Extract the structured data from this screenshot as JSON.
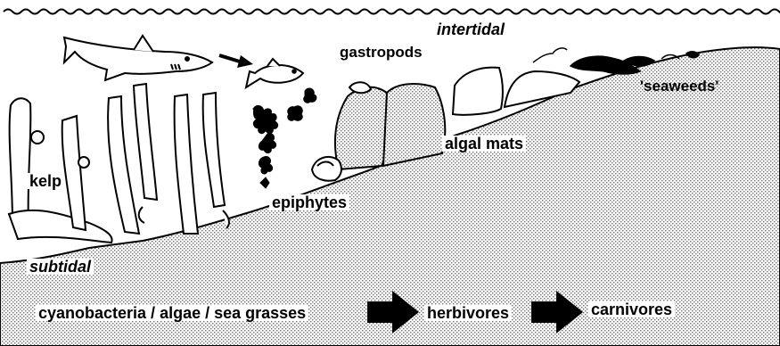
{
  "labels": {
    "intertidal": "intertidal",
    "gastropods": "gastropods",
    "seaweeds": "'seaweeds'",
    "algal_mats": "algal mats",
    "kelp": "kelp",
    "epiphytes": "epiphytes",
    "subtidal": "subtidal"
  },
  "food_chain": {
    "producers": "cyanobacteria / algae / sea grasses",
    "herbivores": "herbivores",
    "carnivores": "carnivores"
  },
  "colors": {
    "ink": "#000000",
    "stipple": "#9a9a9a",
    "paper": "#ffffff"
  }
}
